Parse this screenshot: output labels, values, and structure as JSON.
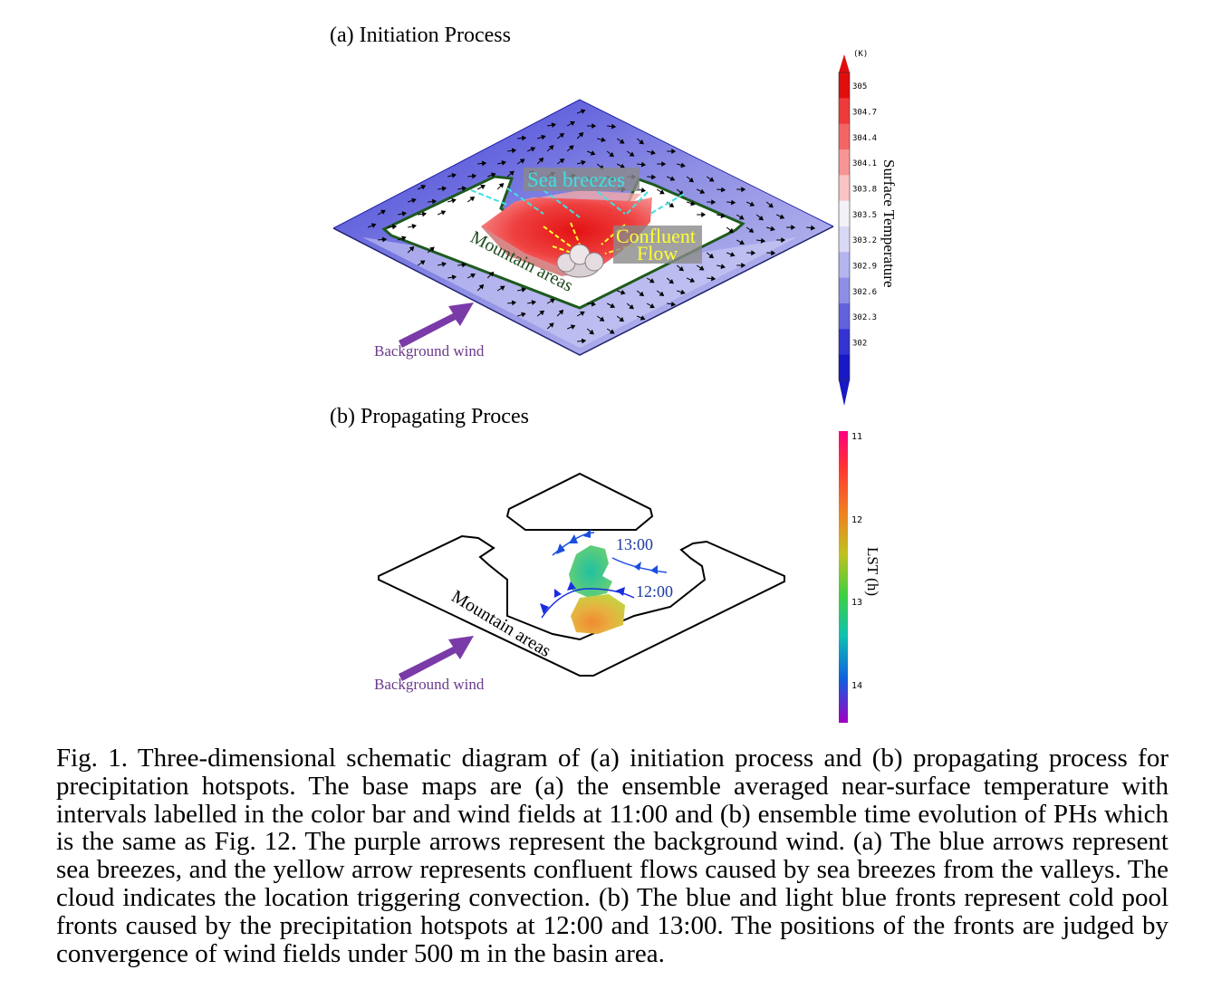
{
  "panel_a": {
    "title": "(a) Initiation Process",
    "labels": {
      "sea_breezes": "Sea breezes",
      "confluent": "Confluent",
      "flow": "Flow",
      "mountain": "Mountain areas",
      "background_wind": "Background wind"
    },
    "colorbar": {
      "unit": "(K)",
      "title": "Surface Temperature",
      "ticks": [
        "305",
        "304.7",
        "304.4",
        "304.1",
        "303.8",
        "303.5",
        "303.2",
        "302.9",
        "302.6",
        "302.3",
        "302"
      ],
      "colors": [
        "#e10e0e",
        "#ee3a3a",
        "#f36565",
        "#f79494",
        "#fbc4c4",
        "#f3f0f8",
        "#d9d9f6",
        "#b4b4ef",
        "#8e8ee6",
        "#6262dc",
        "#3333d2",
        "#1818c4"
      ]
    }
  },
  "panel_b": {
    "title": "(b) Propagating Proces",
    "labels": {
      "time_1300": "13:00",
      "time_1200": "12:00",
      "mountain": "Mountain areas",
      "background_wind": "Background wind"
    },
    "colorbar": {
      "title": "LST  (h)",
      "ticks": [
        "11",
        "12",
        "13",
        "14"
      ],
      "colors": [
        "#ff0080",
        "#ff3333",
        "#f08020",
        "#c0c020",
        "#40d040",
        "#10c0b0",
        "#1060e0",
        "#6020d0",
        "#a000c0"
      ]
    }
  },
  "caption": "Fig. 1. Three-dimensional schematic diagram of (a) initiation process and (b) propagating process for precipitation hotspots. The base maps are (a) the ensemble averaged near-surface temperature with intervals labelled in the color bar and wind fields at 11:00 and (b) ensemble time evolution of PHs which is the same as Fig. 12. The purple arrows represent the background wind. (a) The blue arrows represent sea breezes, and the yellow arrow represents confluent flows caused by sea breezes from the valleys. The cloud indicates the location triggering convection. (b) The blue and light blue fronts represent cold pool fronts caused by the precipitation hotspots at 12:00 and 13:00. The positions of the fronts are judged by convergence of wind fields under 500 m in the basin area.",
  "colors": {
    "purple_arrow": "#7a3aa8",
    "mountain_outline": "#1e5a1e",
    "sea_breeze_text": "#40e0e0",
    "confluent_text": "#ffff33",
    "front_blue": "#1a2ee0",
    "time_label": "#1a3aa0",
    "bg_wind_text": "#6b3a8a"
  }
}
